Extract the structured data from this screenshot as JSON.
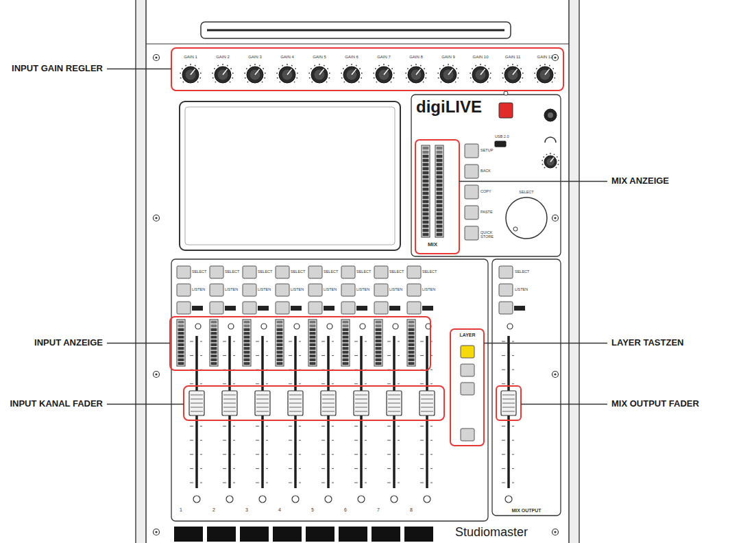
{
  "diagram": {
    "labels": [
      "INPUT GAIN REGLER",
      "GAIN 1",
      "GAIN 2",
      "GAIN 3",
      "GAIN 4",
      "GAIN 5",
      "GAIN 6",
      "GAIN 7",
      "GAIN 8",
      "GAIN 9",
      "GAIN 10",
      "GAIN 11",
      "GAIN 12",
      "digiLIVE",
      "SETUP",
      "BACK",
      "COPY",
      "PASTE",
      "QUICK STORE",
      "USB 2.0",
      "SELECT",
      "MIX",
      "MIX ANZEIGE",
      "SELECT",
      "SELECT",
      "SELECT",
      "SELECT",
      "SELECT",
      "SELECT",
      "SELECT",
      "SELECT",
      "LISTEN",
      "LISTEN",
      "LISTEN",
      "LISTEN",
      "LISTEN",
      "LISTEN",
      "LISTEN",
      "LISTEN",
      "SELECT",
      "LISTEN",
      "INPUT ANZEIGE",
      "LAYER",
      "LAYER TASTZEN",
      "INPUT KANAL FADER",
      "MIX OUTPUT FADER",
      "1",
      "2",
      "3",
      "4",
      "5",
      "6",
      "7",
      "8",
      "MIX OUTPUT",
      "Studiomaster"
    ]
  }
}
